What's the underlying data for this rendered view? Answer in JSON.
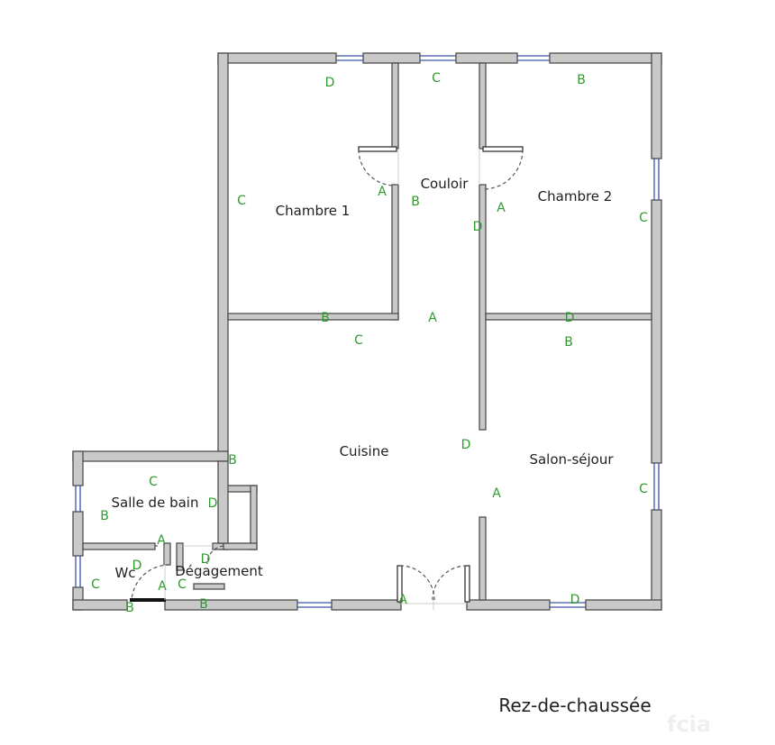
{
  "plan": {
    "caption": "Rez-de-chaussée",
    "watermark_text": "fcia",
    "colors": {
      "wall_fill": "#c9c9c9",
      "wall_outline": "#4d4d4d",
      "window": "#3b55a8",
      "wall_letter": "#2e9b2e",
      "room_text": "#1e1e1e"
    },
    "rooms": {
      "chambre1": "Chambre 1",
      "couloir": "Couloir",
      "chambre2": "Chambre 2",
      "cuisine": "Cuisine",
      "salon": "Salon-séjour",
      "salle_de_bain": "Salle de bain",
      "wc": "Wc",
      "degagement": "Dégagement"
    },
    "wall_letters": {
      "ch1_top": "D",
      "ch1_left": "C",
      "ch1_right": "A",
      "ch1_bottom": "B",
      "couloir_top": "C",
      "couloir_left": "B",
      "couloir_right": "D",
      "couloir_bottom": "A",
      "ch2_top": "B",
      "ch2_left": "A",
      "ch2_right": "C",
      "ch2_bottom": "D",
      "cuisine_top": "C",
      "cuisine_left": "B",
      "cuisine_right": "D",
      "cuisine_bottom": "A",
      "salon_top": "B",
      "salon_left": "A",
      "salon_right": "C",
      "salon_bottom": "D",
      "sdb_top": "C",
      "sdb_left": "B",
      "sdb_right": "D",
      "sdb_bottom": "A",
      "wc_top": "D",
      "wc_left": "C",
      "wc_right": "A",
      "wc_bottom": "B",
      "deg_top": "D",
      "deg_left": "C",
      "deg_bottom": "B"
    }
  }
}
